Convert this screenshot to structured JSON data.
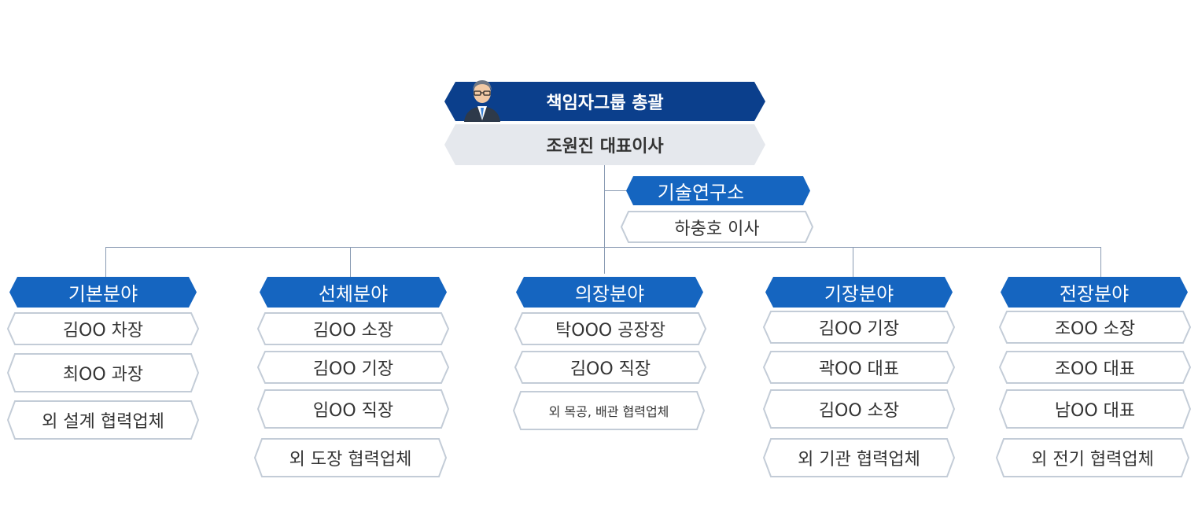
{
  "colors": {
    "dark_header": "#0b3f8c",
    "mid_header": "#1565c0",
    "grey_box": "#e5e8ed",
    "item_border": "#c3ccd7",
    "connector": "#8a9bb3"
  },
  "top": {
    "title": "책임자그룹 총괄",
    "name": "조원진 대표이사",
    "icon": "businessman-avatar-icon"
  },
  "lab": {
    "title": "기술연구소",
    "member": "하충호 이사"
  },
  "divisions": [
    {
      "title": "기본분야",
      "members": [
        "김OO 차장",
        "최OO 과장",
        "외 설계 협력업체"
      ]
    },
    {
      "title": "선체분야",
      "members": [
        "김OO 소장",
        "김OO 기장",
        "임OO 직장",
        "외 도장 협력업체"
      ]
    },
    {
      "title": "의장분야",
      "members": [
        "탁OOO 공장장",
        "김OO 직장",
        "외 목공, 배관 협력업체"
      ]
    },
    {
      "title": "기장분야",
      "members": [
        "김OO 기장",
        "곽OO 대표",
        "김OO 소장",
        "외 기관 협력업체"
      ]
    },
    {
      "title": "전장분야",
      "members": [
        "조OO 소장",
        "조OO 대표",
        "남OO 대표",
        "외 전기 협력업체"
      ]
    }
  ]
}
